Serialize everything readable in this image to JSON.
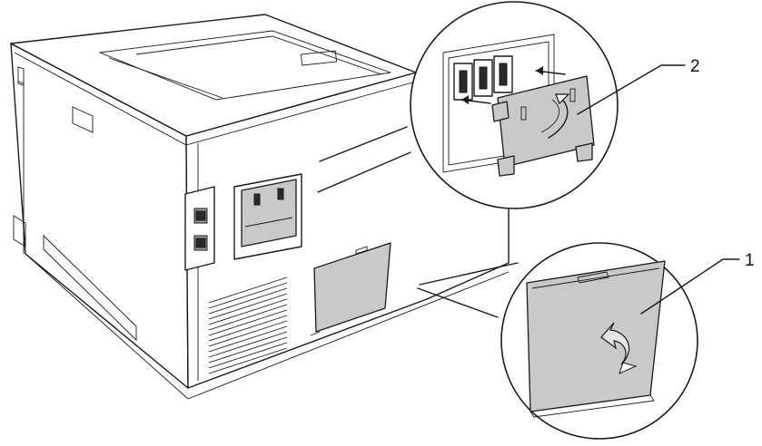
{
  "figure": {
    "callouts": [
      {
        "id": "1",
        "label": "1"
      },
      {
        "id": "2",
        "label": "2"
      }
    ],
    "colors": {
      "line": "#1a1a1a",
      "panel": "#c9c9c9",
      "background": "#ffffff"
    }
  }
}
